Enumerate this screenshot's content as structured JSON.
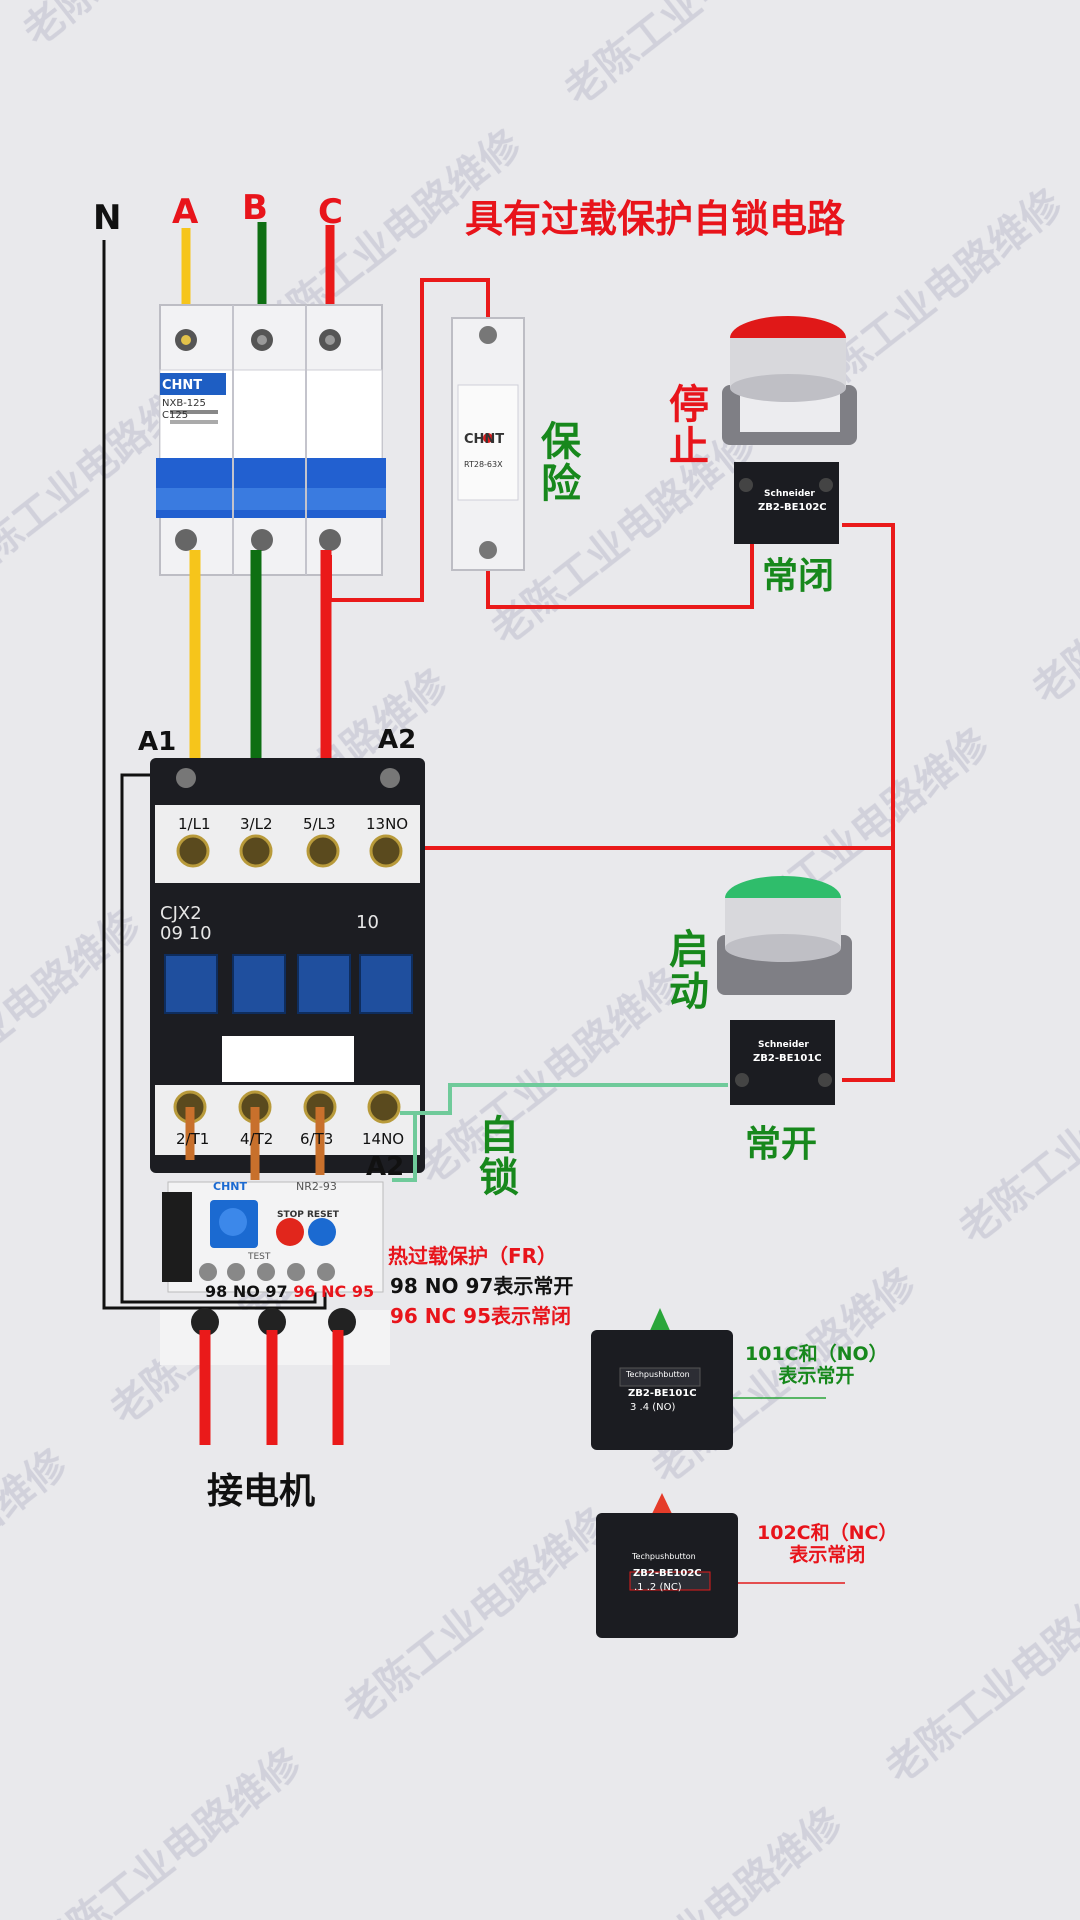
{
  "title": "具有过载保护自锁电路",
  "watermark": "老陈工业电路维修",
  "terminals": {
    "n": "N",
    "a": "A",
    "b": "B",
    "c": "C",
    "a1": "A1",
    "a2": "A2"
  },
  "breaker": {
    "brand": "CHNT",
    "model": "NXB-125",
    "rating": "C125"
  },
  "fuse": {
    "brand": "CHNT",
    "model": "RT28-63X"
  },
  "contactor": {
    "model": "CJX2",
    "rating": "09 10",
    "aux": "10",
    "t1": "1/L1",
    "t2": "3/L2",
    "t3": "5/L3",
    "t4": "13NO",
    "b1": "2/T1",
    "b2": "4/T2",
    "b3": "6/T3",
    "b4": "14NO"
  },
  "labels": {
    "fuse": "保险",
    "stop": "停止",
    "normally_closed": "常闭",
    "start": "启动",
    "normally_open": "常开",
    "self_lock": "自锁",
    "motor": "接电机"
  },
  "stop_block": {
    "brand": "Schneider",
    "model": "ZB2-BE102C"
  },
  "start_block": {
    "brand": "Schneider",
    "model": "ZB2-BE101C"
  },
  "relay": {
    "brand": "CHNT",
    "model": "NR2-93",
    "stop": "STOP",
    "reset": "RESET",
    "test": "TEST"
  },
  "relay_terminals": {
    "t98": "98",
    "no": "NO",
    "t97": "97",
    "t96": "96",
    "nc": "NC",
    "t95": "95"
  },
  "relay_notes": {
    "title": "热过载保护（FR）",
    "no_line": "98 NO 97表示常开",
    "nc_line": "96 NC 95表示常闭"
  },
  "no_block": {
    "brand": "Techpushbutton",
    "model": "ZB2-BE101C",
    "contact": "3 .4 (NO)",
    "note_line1": "101C和（NO）",
    "note_line2": "表示常开"
  },
  "nc_block": {
    "brand": "Techpushbutton",
    "model": "ZB2-BE102C",
    "contact": ".1 .2 (NC)",
    "note_line1": "102C和（NC）",
    "note_line2": "表示常闭"
  },
  "colors": {
    "phase_a": "#f6c51b",
    "phase_b": "#0e6f13",
    "phase_c": "#ea1a1a",
    "title": "#e8141b",
    "label_green": "#17881c"
  }
}
